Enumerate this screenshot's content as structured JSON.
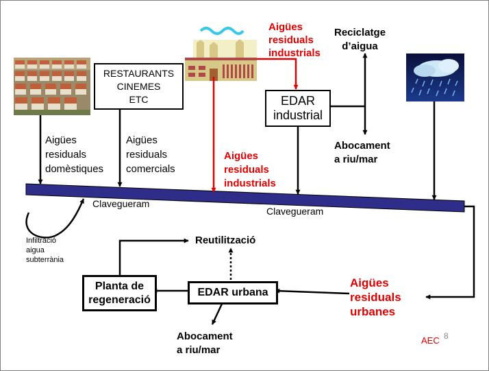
{
  "sources": {
    "hospitality_box": "RESTAURANTS\nCINEMES\nETC",
    "industrial_wastewater_top": "Aigües\nresiduals\nindustrials",
    "edar_industrial": "EDAR\nindustrial",
    "water_recycling": "Reciclatge\nd’aigua",
    "discharge_industrial": "Abocament\na riu/mar"
  },
  "flows": {
    "domestic_wastewater": "Aigües\nresiduals\ndomèstiques",
    "commercial_wastewater": "Aigües\nresiduals\ncomercials",
    "industrial_wastewater_mid": "Aigües\nresiduals\nindustrials",
    "sewer_left": "Clavegueram",
    "sewer_right": "Clavegueram",
    "groundwater_infiltration": "Infiltració\naigua\nsubterrània",
    "urban_wastewater": "Aigües\nresiduals\nurbanes"
  },
  "treatment": {
    "reuse": "Reutilització",
    "regeneration_plant": "Planta de\nregeneració",
    "edar_urbana": "EDAR urbana",
    "discharge_urban": "Abocament\na riu/mar"
  },
  "footer": {
    "author": "AEC",
    "page_number": "8"
  },
  "colors": {
    "sewer_pipe": "#2e2d8a",
    "emphasis_red": "#e00000"
  }
}
